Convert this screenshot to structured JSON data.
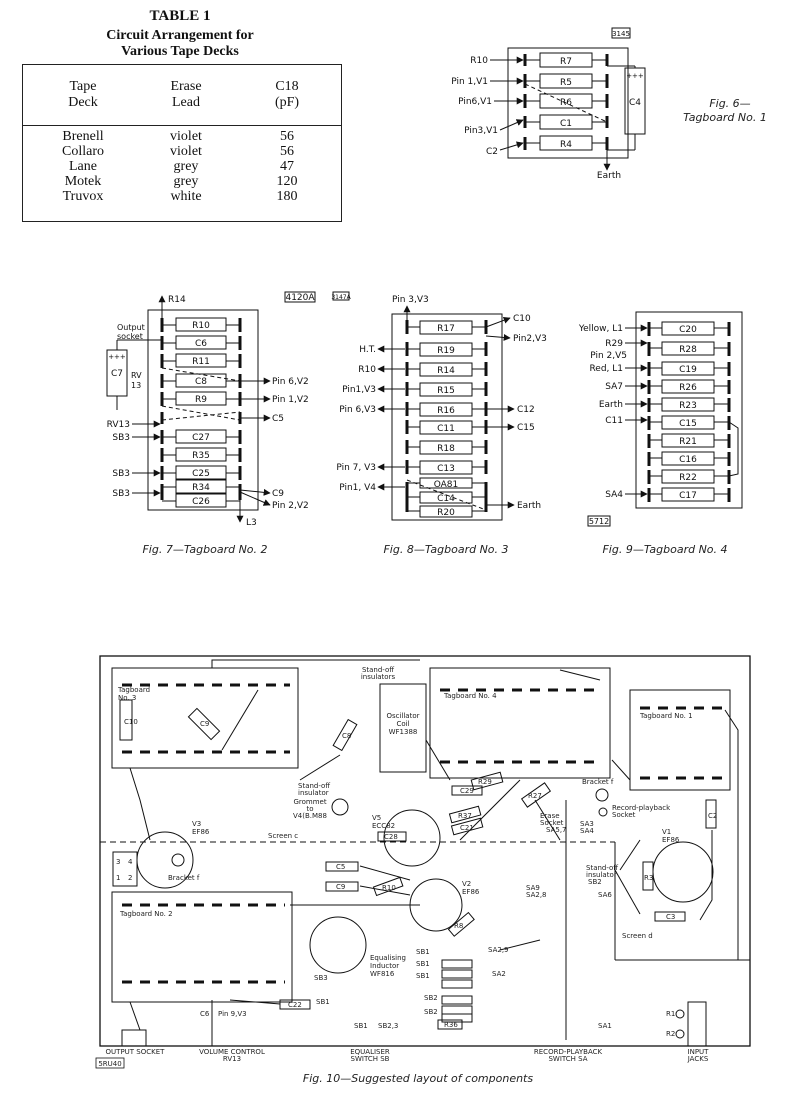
{
  "table1": {
    "title": "TABLE 1",
    "subtitle_lines": [
      "Circuit Arrangement for",
      "Various Tape Decks"
    ],
    "headers": [
      [
        "Tape",
        "Deck"
      ],
      [
        "Erase",
        "Lead"
      ],
      [
        "C18",
        "(pF)"
      ]
    ],
    "rows": [
      [
        "Brenell",
        "violet",
        "56"
      ],
      [
        "Collaro",
        "violet",
        "56"
      ],
      [
        "Lane",
        "grey",
        "47"
      ],
      [
        "Motek",
        "grey",
        "120"
      ],
      [
        "Truvox",
        "white",
        "180"
      ]
    ]
  },
  "fig6": {
    "caption_lines": [
      "Fig. 6—",
      "Tagboard No. 1"
    ],
    "ref": "3145",
    "left_labels": [
      "R10",
      "Pin 1,V1",
      "Pin6,V1",
      "Pin3,V1",
      "C2"
    ],
    "components": [
      "R7",
      "R5",
      "R6",
      "C1",
      "R4"
    ],
    "cap": "C4",
    "cap_mark": "+++",
    "bottom_label": "Earth"
  },
  "fig7": {
    "caption": "Fig. 7—Tagboard No. 2",
    "ref": "4120A",
    "ref2": "3147A",
    "top_label": "R14",
    "output_socket": [
      "Output",
      "socket"
    ],
    "rv_label": [
      "RV",
      "13"
    ],
    "c7": "C7",
    "c7_mark": "+++",
    "components": [
      "R10",
      "C6",
      "R11",
      "C8",
      "R9",
      "C27",
      "R35",
      "C25",
      "R34",
      "C26"
    ],
    "left_labels": [
      "RV13",
      "SB3",
      "SB3",
      "SB3"
    ],
    "right_labels": [
      "Pin 6,V2",
      "Pin 1,V2",
      "C5",
      "C9",
      "Pin 2,V2"
    ],
    "bottom_label": "L3"
  },
  "fig8": {
    "caption": "Fig. 8—Tagboard No. 3",
    "top_label": "Pin 3,V3",
    "left_labels": [
      "H.T.",
      "R10",
      "Pin1,V3",
      "Pin 6,V3",
      "Pin 7, V3",
      "Pin1, V4"
    ],
    "right_labels": [
      "C10",
      "Pin2,V3",
      "C12",
      "C15",
      "Earth"
    ],
    "components": [
      "R17",
      "R19",
      "R14",
      "R15",
      "R16",
      "C11",
      "R18",
      "C13",
      "OA81",
      "C14",
      "R20"
    ]
  },
  "fig9": {
    "caption": "Fig. 9—Tagboard No. 4",
    "ref": "5712",
    "left_labels": [
      "Yellow, L1",
      "R29",
      "Pin 2,V5",
      "Red, L1",
      "SA7",
      "Earth",
      "C11",
      "SA4"
    ],
    "components": [
      "C20",
      "R28",
      "C19",
      "R26",
      "R23",
      "C15",
      "R21",
      "C16",
      "R22",
      "C17"
    ]
  },
  "fig10": {
    "caption": "Fig. 10—Suggested layout of components",
    "ref": "5RU40",
    "labels": {
      "tb3": [
        "Tagboard",
        "No. 3"
      ],
      "tb4": "Tagboard No. 4",
      "tb1": "Tagboard No. 1",
      "tb2": "Tagboard No. 2",
      "standoff_top": [
        "Stand-off",
        "insulators"
      ],
      "osc": [
        "Oscillator",
        "Coil",
        "WF1388"
      ],
      "standoff_left": [
        "Stand-off",
        "insulator"
      ],
      "grommet": [
        "Grommet",
        "to",
        "V4(B.M88"
      ],
      "v3": [
        "V3",
        "EF86"
      ],
      "v5": [
        "V5",
        "ECC82"
      ],
      "v2": [
        "V2",
        "EF86"
      ],
      "v1": [
        "V1",
        "EF86"
      ],
      "erase": [
        "Erase",
        "Socket"
      ],
      "bracket_right": "Bracket f",
      "bracket_left": "Bracket f",
      "rec_socket": [
        "Record-playback",
        "Socket"
      ],
      "screen_c": "Screen c",
      "screen_d": "Screen d",
      "standoff_right": [
        "Stand-off",
        "insulator"
      ],
      "eq": [
        "Equalising",
        "Inductor",
        "WF816"
      ],
      "sb3": "SB3",
      "parts": [
        "C10",
        "C9",
        "C8",
        "R29",
        "R27",
        "C29",
        "R37",
        "C21",
        "C28",
        "C5",
        "C9",
        "R10",
        "R8",
        "C22",
        "C2",
        "R3",
        "C3",
        "R36"
      ],
      "switch_labels": [
        "SA5,7",
        "SA3",
        "SA4",
        "SA9",
        "SA2,8",
        "SA6",
        "SB2",
        "SA2,9",
        "SA2",
        "SB1",
        "SB1",
        "SB2",
        "SB2",
        "SB1",
        "SB1",
        "SB2,3",
        "SA1",
        "SB1",
        "Pin 9,V3",
        "C6",
        "R1",
        "R2"
      ],
      "bottom": [
        "OUTPUT SOCKET",
        "VOLUME CONTROL",
        "RV13",
        "EQUALISER",
        "SWITCH SB",
        "RECORD-PLAYBACK",
        "SWITCH SA",
        "INPUT",
        "JACKS"
      ],
      "sw3": [
        "3",
        "4",
        "1",
        "2"
      ]
    }
  }
}
